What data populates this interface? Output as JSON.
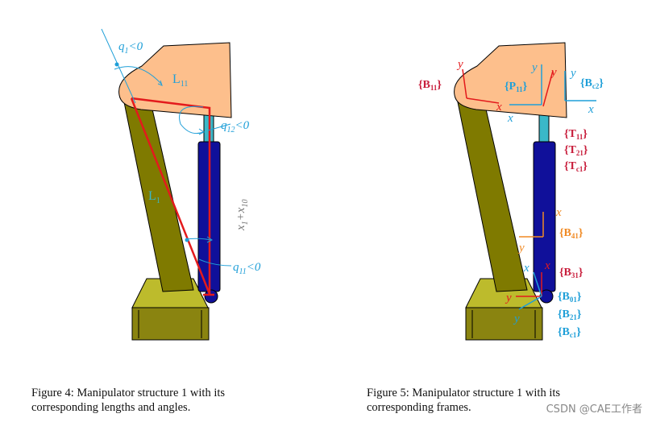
{
  "figure4": {
    "angle_q1": "q",
    "angle_q1_sub": "1",
    "angle_q1_rel": "<0",
    "angle_q12": "q",
    "angle_q12_sub": "12",
    "angle_q12_rel": "<0",
    "angle_q11": "q",
    "angle_q11_sub": "11",
    "angle_q11_rel": "<0",
    "length_L11": "L",
    "length_L11_sub": "11",
    "length_L1": "L",
    "length_L1_sub": "1",
    "length_x": "x",
    "length_x_sub1": "1",
    "length_plus": "+x",
    "length_x_sub2": "10",
    "caption_line1": "Figure 4: Manipulator structure 1 with its",
    "caption_line2": "corresponding lengths and angles."
  },
  "figure5": {
    "frames": {
      "B11": "{B",
      "B11_sub": "11",
      "B11_close": "}",
      "P11": "{P",
      "P11_sub": "11",
      "P11_close": "}",
      "Bc2": "{B",
      "Bc2_sub": "c2",
      "Bc2_close": "}",
      "T11": "{T",
      "T11_sub": "11",
      "T11_close": "}",
      "T21": "{T",
      "T21_sub": "21",
      "T21_close": "}",
      "Tc1": "{T",
      "Tc1_sub": "c1",
      "Tc1_close": "}",
      "B41": "{B",
      "B41_sub": "41",
      "B41_close": "}",
      "B31": "{B",
      "B31_sub": "31",
      "B31_close": "}",
      "B01": "{B",
      "B01_sub": "01",
      "B01_close": "}",
      "B21": "{B",
      "B21_sub": "21",
      "B21_close": "}",
      "Bc1": "{B",
      "Bc1_sub": "c1",
      "Bc1_close": "}"
    },
    "axis_x": "x",
    "axis_y": "y",
    "caption_line1": "Figure 5: Manipulator structure 1 with its",
    "caption_line2": "corresponding frames."
  },
  "watermark": "CSDN @CAE工作者",
  "colors": {
    "boom": "#7f7a00",
    "base": "#bdbb2c",
    "base_dark": "#8a8410",
    "bucket": "#fdbf8c",
    "cylinder": "#10109a",
    "rod": "#3ab8c8",
    "red": "#e31a1c",
    "blue": "#1f9fd8",
    "orange": "#f08a24",
    "crimson": "#c81e3c"
  }
}
